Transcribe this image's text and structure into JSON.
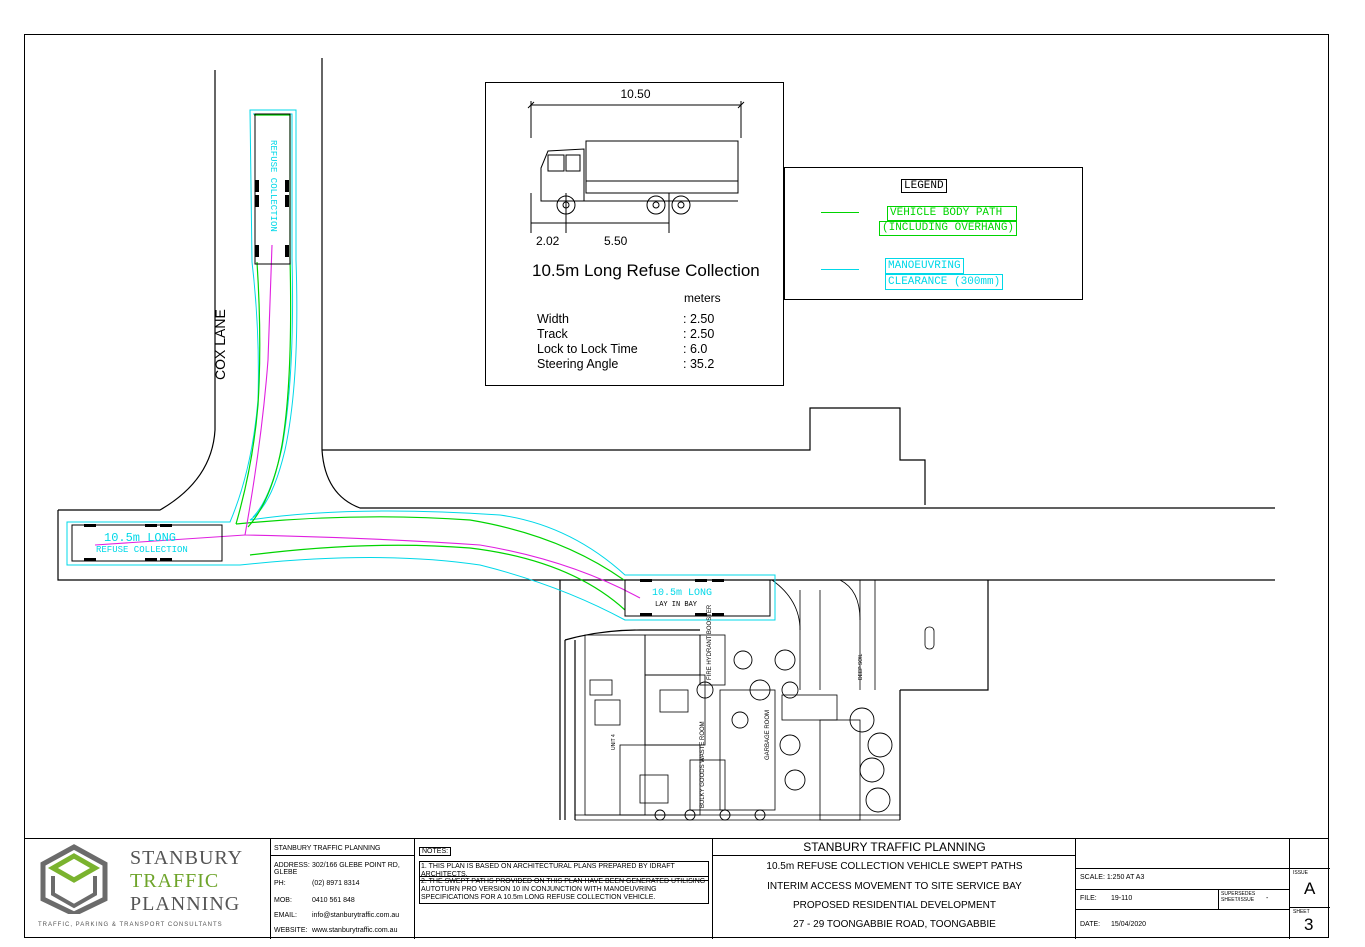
{
  "map": {
    "street_label": "COX LANE",
    "vehicle_label_1": "10.5m LONG",
    "vehicle_label_2": "REFUSE COLLECTION",
    "bay_label": "LAY IN BAY"
  },
  "spec": {
    "length": "10.50",
    "front_overhang": "2.02",
    "wheelbase": "5.50",
    "title": "10.5m Long Refuse Collection",
    "units": "meters",
    "rows": [
      {
        "label": "Width",
        "value": ":  2.50"
      },
      {
        "label": "Track",
        "value": ":  2.50"
      },
      {
        "label": "Lock to Lock Time",
        "value": ":  6.0"
      },
      {
        "label": "Steering Angle",
        "value": ":  35.2"
      }
    ]
  },
  "legend": {
    "title": "LEGEND",
    "item1_line1": "VEHICLE BODY PATH",
    "item1_line2": "(INCLUDING OVERHANG)",
    "item2_line1": "MANOEUVRING",
    "item2_line2": "CLEARANCE (300mm)",
    "colors": {
      "body": "#00d400",
      "clearance": "#00d8e8",
      "path": "#e020e0"
    }
  },
  "plan": {
    "fire": "FIRE HYDRANT BOOSTER",
    "garbage": "GARBAGE ROOM",
    "bulky": "BULKY GOODS WASTE ROOM",
    "deep_soil": "DEEP SOIL",
    "unit": "UNIT 4"
  },
  "titleblock": {
    "logo_line1": "STANBURY",
    "logo_line2": "TRAFFIC",
    "logo_line3": "PLANNING",
    "tagline": "TRAFFIC, PARKING & TRANSPORT CONSULTANTS",
    "company": "STANBURY TRAFFIC PLANNING",
    "contact": [
      {
        "label": "ADDRESS:",
        "value": "302/166 GLEBE POINT RD, GLEBE"
      },
      {
        "label": "PH:",
        "value": "(02) 8971 8314"
      },
      {
        "label": "MOB:",
        "value": "0410 561 848"
      },
      {
        "label": "EMAIL:",
        "value": "info@stanburytraffic.com.au"
      },
      {
        "label": "WEBSITE:",
        "value": "www.stanburytraffic.com.au"
      }
    ],
    "notes_title": "NOTES:",
    "note1": "1. THIS PLAN IS BASED ON ARCHITECTURAL PLANS PREPARED BY IDRAFT ARCHITECTS.",
    "note2": "2. THE SWEPT PATHS PROVIDED ON THIS PLAN HAVE BEEN GENERATED UTILISING AUTOTURN PRO VERSION 10 IN CONJUNCTION WITH MANOEUVRING SPECIFICATIONS FOR A 10.5m LONG REFUSE COLLECTION VEHICLE.",
    "project_company": "STANBURY TRAFFIC PLANNING",
    "line1": "10.5m REFUSE COLLECTION VEHICLE SWEPT PATHS",
    "line2": "INTERIM ACCESS MOVEMENT TO SITE SERVICE BAY",
    "line3": "PROPOSED RESIDENTIAL DEVELOPMENT",
    "line4": "27 - 29 TOONGABBIE ROAD, TOONGABBIE",
    "scale": "SCALE:  1:250 AT A3",
    "file_label": "FILE:",
    "file_value": "19-110",
    "supersedes_1": "SUPERSEDES",
    "supersedes_2": "SHEET/ISSUE",
    "supersedes_value": "-",
    "date_label": "DATE:",
    "date_value": "15/04/2020",
    "issue_label": "ISSUE",
    "issue_value": "A",
    "sheet_label": "SHEET",
    "sheet_value": "3"
  }
}
